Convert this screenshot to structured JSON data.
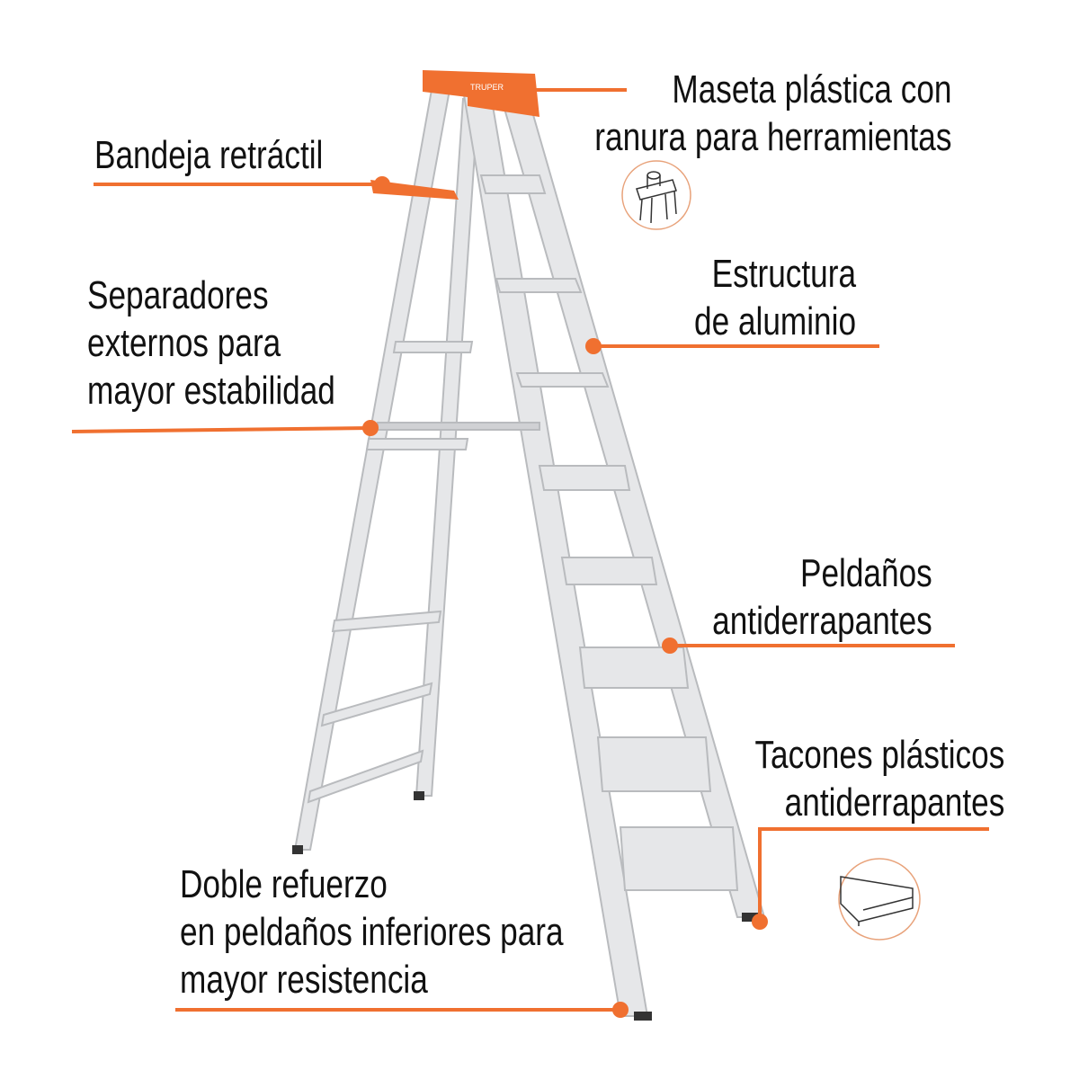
{
  "colors": {
    "accent": "#f07030",
    "aluminum": "#d9dadc",
    "text": "#111111"
  },
  "brand_logo": "TRUPER",
  "callouts": [
    {
      "id": "maseta",
      "lines": [
        "Maseta plástica con",
        "ranura para herramientas"
      ],
      "icon": "tool-tray-icon"
    },
    {
      "id": "bandeja",
      "lines": [
        "Bandeja retráctil"
      ]
    },
    {
      "id": "separadores",
      "lines": [
        "Separadores",
        "externos para",
        "mayor estabilidad"
      ]
    },
    {
      "id": "estructura",
      "lines": [
        "Estructura",
        "de aluminio"
      ]
    },
    {
      "id": "peldanos",
      "lines": [
        "Peldaños",
        "antiderrapantes"
      ]
    },
    {
      "id": "tacones",
      "lines": [
        "Tacones plásticos",
        "antiderrapantes"
      ],
      "icon": "plastic-foot-icon"
    },
    {
      "id": "refuerzo",
      "lines": [
        "Doble refuerzo",
        "en peldaños inferiores para",
        "mayor resistencia"
      ]
    }
  ]
}
